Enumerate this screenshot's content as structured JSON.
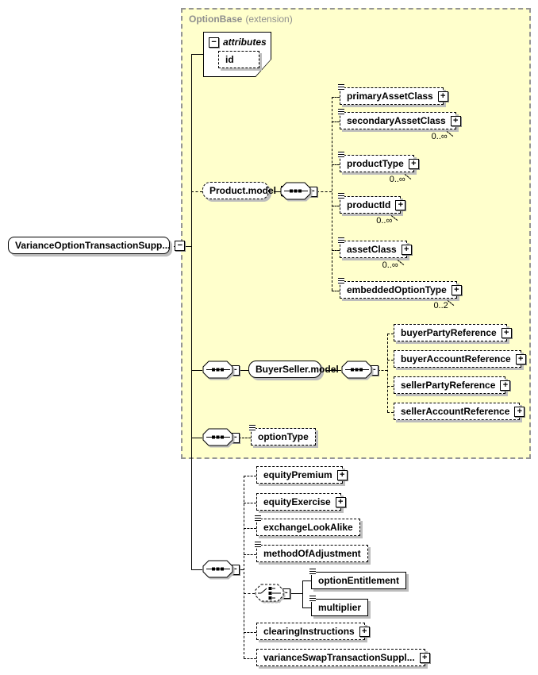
{
  "icons": {
    "collapse": "−",
    "expand": "+"
  },
  "extension": {
    "name": "OptionBase",
    "kind": "(extension)"
  },
  "root": {
    "label": "VarianceOptionTransactionSupp..."
  },
  "attributes": {
    "header": "attributes",
    "id_attr": "id"
  },
  "product_model": {
    "label": "Product.model",
    "children": [
      {
        "label": "primaryAssetClass"
      },
      {
        "label": "secondaryAssetClass",
        "occurs": "0..∞"
      },
      {
        "label": "productType",
        "occurs": "0..∞"
      },
      {
        "label": "productId",
        "occurs": "0..∞"
      },
      {
        "label": "assetClass",
        "occurs": "0..∞"
      },
      {
        "label": "embeddedOptionType",
        "occurs": "0..2"
      }
    ]
  },
  "buyer_seller_model": {
    "label": "BuyerSeller.model",
    "children": [
      {
        "label": "buyerPartyReference"
      },
      {
        "label": "buyerAccountReference"
      },
      {
        "label": "sellerPartyReference"
      },
      {
        "label": "sellerAccountReference"
      }
    ]
  },
  "option_type": {
    "label": "optionType"
  },
  "supplement": {
    "children": [
      {
        "label": "equityPremium"
      },
      {
        "label": "equityExercise"
      },
      {
        "label": "exchangeLookAlike"
      },
      {
        "label": "methodOfAdjustment"
      },
      {
        "label": "clearingInstructions"
      },
      {
        "label": "varianceSwapTransactionSuppl..."
      }
    ],
    "choice_children": [
      {
        "label": "optionEntitlement"
      },
      {
        "label": "multiplier"
      }
    ]
  },
  "colors": {
    "extension_bg": "#ffffcc",
    "extension_border": "#949494",
    "shadow": "#bdbdbd"
  }
}
